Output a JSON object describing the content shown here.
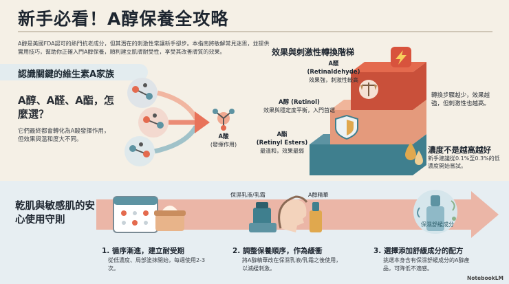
{
  "title": "新手必看！A醇保養全攻略",
  "intro": "A醇是美國FDA認可的熱門抗老成分，但其潛在的刺激性常讓新手卻步。本指南將敏解常見迷思，並提供實用技巧，幫助你正確入門A醇保養，順利建立肌膚耐受性，享受其改善膚質的效果。",
  "family": {
    "banner": "認識關鍵的維生素A家族",
    "question": "A醇、A醛、A酯，怎麼選？",
    "description": "它們最終都會轉化為A酸發揮作用，但效果與溫和度大不同。",
    "result_name": "A酸",
    "result_note": "(發揮作用)"
  },
  "ladder": {
    "title": "效果與刺激性轉換階梯",
    "steps": [
      {
        "name": "A醛",
        "sub": "(Retinaldehyde)",
        "desc": "效果強，刺激性較高"
      },
      {
        "name": "A醇 (Retinol)",
        "sub": "",
        "desc": "效果與穩定度平衡，入門首選"
      },
      {
        "name": "A酯",
        "sub": "(Retinyl Esters)",
        "desc": "最溫和，效果最弱"
      }
    ],
    "side_note": "轉換步驟越少，效果越強，但刺激性也越高。",
    "concentration_heading": "濃度不是越高越好",
    "concentration_desc": "新手建議從0.1%至0.3%的低濃度開始嘗試。"
  },
  "guide": {
    "title": "乾肌與敏感肌的安心使用守則",
    "product_labels": [
      "保濕乳液/乳霜",
      "A醇精華"
    ],
    "soothing_label": "保濕舒緩成分",
    "tips": [
      {
        "heading": "1. 循序漸進，建立耐受期",
        "desc": "從低濃度、局部塗抹開始，每週使用2-3次。"
      },
      {
        "heading": "2. 調整保養順序，作為緩衝",
        "desc": "將A醇精華改在保濕乳液/乳霜之後使用，以減緩刺激。"
      },
      {
        "heading": "3. 選擇添加舒緩成分的配方",
        "desc": "挑選本身含有保濕舒緩成分的A醇產品，可降低不適感。"
      }
    ]
  },
  "brand": "NotebookLM",
  "colors": {
    "background": "#f5f0e6",
    "step_top": "#e46a4e",
    "step_mid": "#f0b59a",
    "step_low": "#5d93a2",
    "arrow": "#e8735a",
    "band": "#e7eef2"
  }
}
